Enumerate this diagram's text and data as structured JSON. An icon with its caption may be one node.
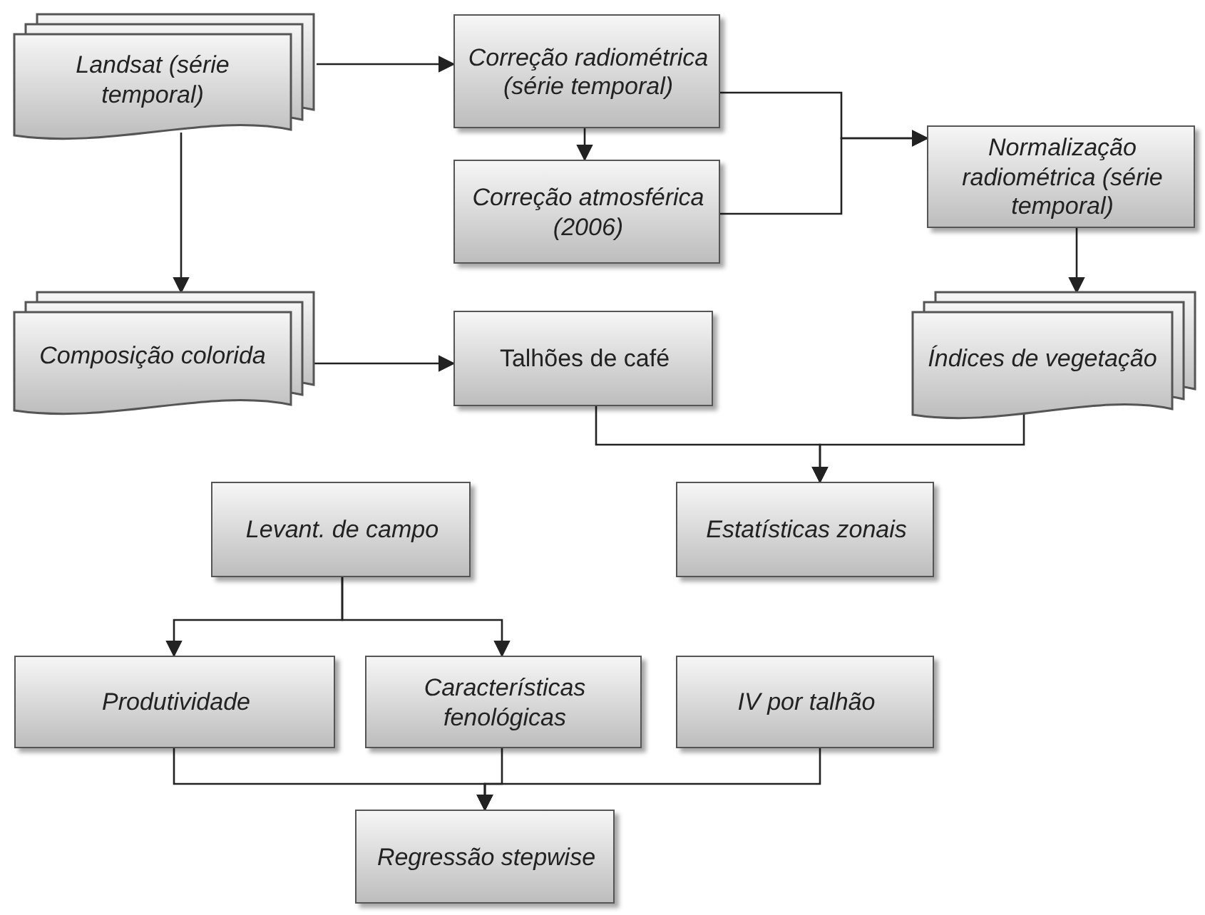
{
  "diagram": {
    "nodes": [
      {
        "text": [
          "Landsat (série temporal)"
        ]
      },
      {
        "text": [
          "Correção radiométrica (série temporal)"
        ]
      },
      {
        "text": [
          "Correção atmosférica (2006)"
        ]
      },
      {
        "text": [
          "Normalização radiométrica (série temporal)"
        ]
      },
      {
        "text": [
          "Composição colorida"
        ]
      },
      {
        "text": [
          "Talhões de café"
        ]
      },
      {
        "text": [
          "Índices de vegetação"
        ]
      },
      {
        "text": [
          "Levant. de campo"
        ]
      },
      {
        "text": [
          "Estatísticas zonais"
        ]
      },
      {
        "text": [
          "Produtividade"
        ]
      },
      {
        "text": [
          "Características fenológicas"
        ]
      },
      {
        "text": [
          "IV por talhão"
        ]
      },
      {
        "text": [
          "Regressão stepwise"
        ]
      }
    ],
    "edges": [
      {
        "from": 0,
        "to": 1,
        "arrow": "to"
      },
      {
        "from": 0,
        "to": 4,
        "arrow": "to"
      },
      {
        "from": 1,
        "to": 2,
        "arrow": "to"
      },
      {
        "from": 1,
        "to": 3,
        "arrow": "to"
      },
      {
        "from": 2,
        "to": 3,
        "arrow": "to"
      },
      {
        "from": 3,
        "to": 6,
        "arrow": "to"
      },
      {
        "from": 4,
        "to": 5,
        "arrow": "to"
      },
      {
        "from": 5,
        "to": 8,
        "arrow": "to"
      },
      {
        "from": 6,
        "to": 8,
        "arrow": "to"
      },
      {
        "from": 7,
        "to": 9,
        "arrow": "to"
      },
      {
        "from": 7,
        "to": 10,
        "arrow": "to"
      },
      {
        "from": 9,
        "to": 12,
        "arrow": "to"
      },
      {
        "from": 10,
        "to": 12,
        "arrow": "to"
      },
      {
        "from": 11,
        "to": 12,
        "arrow": "to"
      }
    ]
  }
}
